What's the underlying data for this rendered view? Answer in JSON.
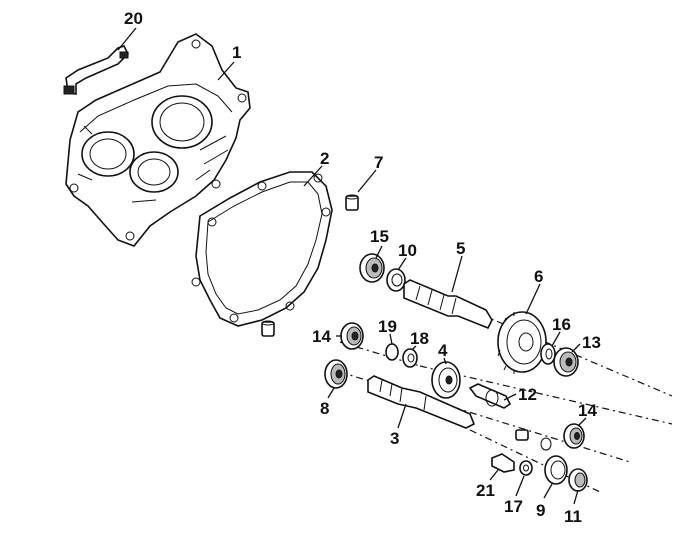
{
  "diagram": {
    "callouts": [
      {
        "id": "c1",
        "text": "1"
      },
      {
        "id": "c2",
        "text": "2"
      },
      {
        "id": "c3",
        "text": "3"
      },
      {
        "id": "c4",
        "text": "4"
      },
      {
        "id": "c5",
        "text": "5"
      },
      {
        "id": "c6",
        "text": "6"
      },
      {
        "id": "c7",
        "text": "7"
      },
      {
        "id": "c8",
        "text": "8"
      },
      {
        "id": "c9",
        "text": "9"
      },
      {
        "id": "c10",
        "text": "10"
      },
      {
        "id": "c11",
        "text": "11"
      },
      {
        "id": "c12",
        "text": "12"
      },
      {
        "id": "c13",
        "text": "13"
      },
      {
        "id": "c14a",
        "text": "14"
      },
      {
        "id": "c14b",
        "text": "14"
      },
      {
        "id": "c15",
        "text": "15"
      },
      {
        "id": "c16",
        "text": "16"
      },
      {
        "id": "c17",
        "text": "17"
      },
      {
        "id": "c18",
        "text": "18"
      },
      {
        "id": "c19",
        "text": "19"
      },
      {
        "id": "c20",
        "text": "20"
      },
      {
        "id": "c21",
        "text": "21"
      }
    ]
  }
}
